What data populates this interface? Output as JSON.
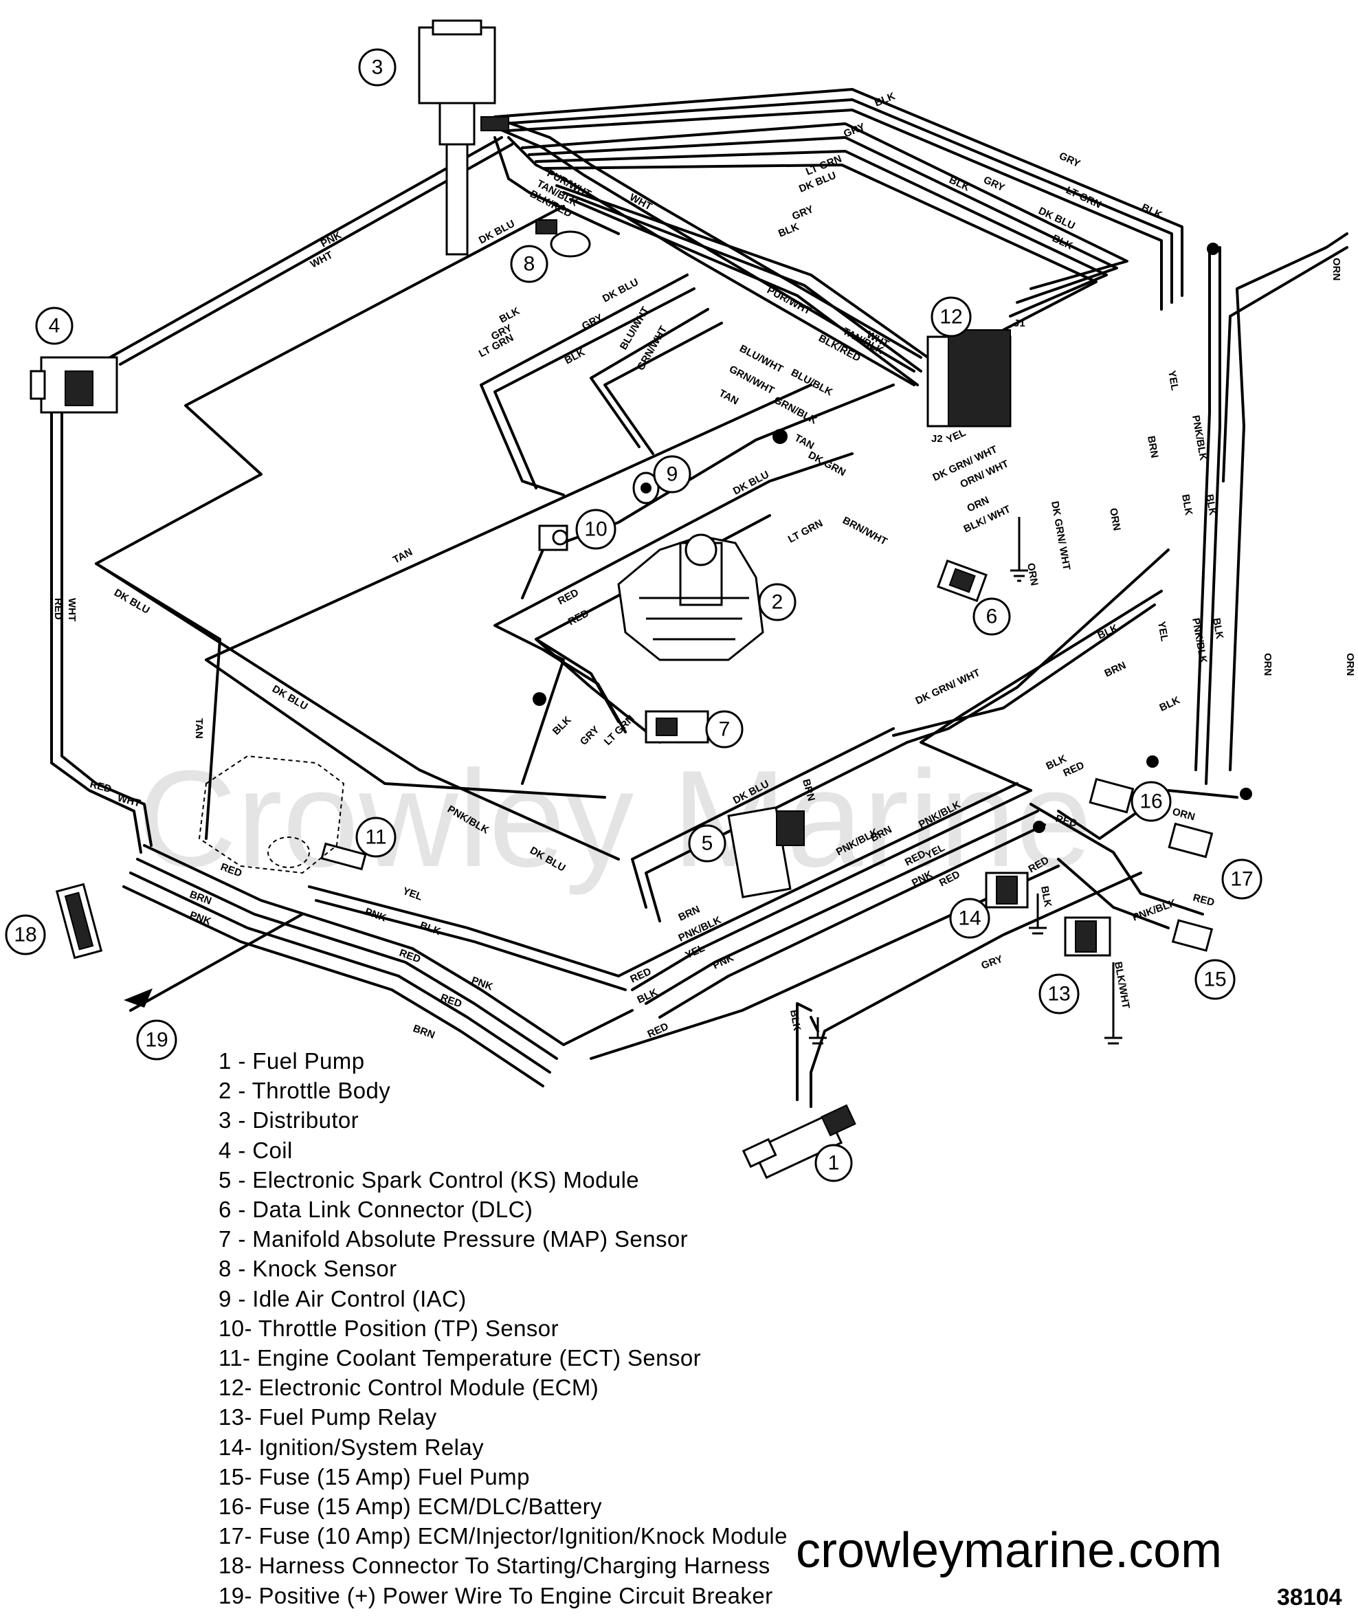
{
  "callouts": [
    "1",
    "2",
    "3",
    "4",
    "5",
    "6",
    "7",
    "8",
    "9",
    "10",
    "11",
    "12",
    "13",
    "14",
    "15",
    "16",
    "17",
    "18",
    "19"
  ],
  "legend": [
    "1  - Fuel Pump",
    "2  - Throttle Body",
    "3  - Distributor",
    "4  - Coil",
    "5  - Electronic Spark Control (KS) Module",
    "6  - Data Link Connector (DLC)",
    "7  - Manifold Absolute Pressure (MAP) Sensor",
    "8  - Knock Sensor",
    "9  - Idle Air Control (IAC)",
    "10- Throttle Position (TP) Sensor",
    "11- Engine Coolant Temperature (ECT) Sensor",
    "12- Electronic Control Module (ECM)",
    "13- Fuel Pump Relay",
    "14- Ignition/System  Relay",
    "15- Fuse (15 Amp) Fuel Pump",
    "16- Fuse (15 Amp) ECM/DLC/Battery",
    "17- Fuse (10 Amp) ECM/Injector/Ignition/Knock  Module",
    "18- Harness Connector To Starting/Charging Harness",
    "19- Positive (+) Power Wire To Engine Circuit Breaker"
  ],
  "connector_labels": {
    "j1": "J1",
    "j2": "J2"
  },
  "wire_labels": {
    "blk": "BLK",
    "gry": "GRY",
    "lt_grn": "LT GRN",
    "dk_blu": "DK BLU",
    "pur_wht": "PUR/WHT",
    "tan_blk": "TAN/BLK",
    "blk_red": "BLK/RED",
    "wht": "WHT",
    "pnk": "PNK",
    "red": "RED",
    "tan": "TAN",
    "yel": "YEL",
    "brn": "BRN",
    "orn": "ORN",
    "pnk_blk": "PNK/BLK",
    "brn_wht": "BRN/WHT",
    "dk_grn_wht": "DK GRN/ WHT",
    "blu_wht": "BLU/WHT",
    "grn_wht": "GRN/WHT",
    "grn_blk": "GRN/BLK",
    "blu_blk": "BLU/BLK",
    "blk_wht": "BLK/WHT",
    "orn_wht": "ORN/ WHT",
    "dk_grn": "DK GRN",
    "blk_wht_conn": "BLK/ WHT"
  },
  "watermark_faint": "Crowley Marine",
  "site_watermark": "crowleymarine.com",
  "figure_number": "38104"
}
